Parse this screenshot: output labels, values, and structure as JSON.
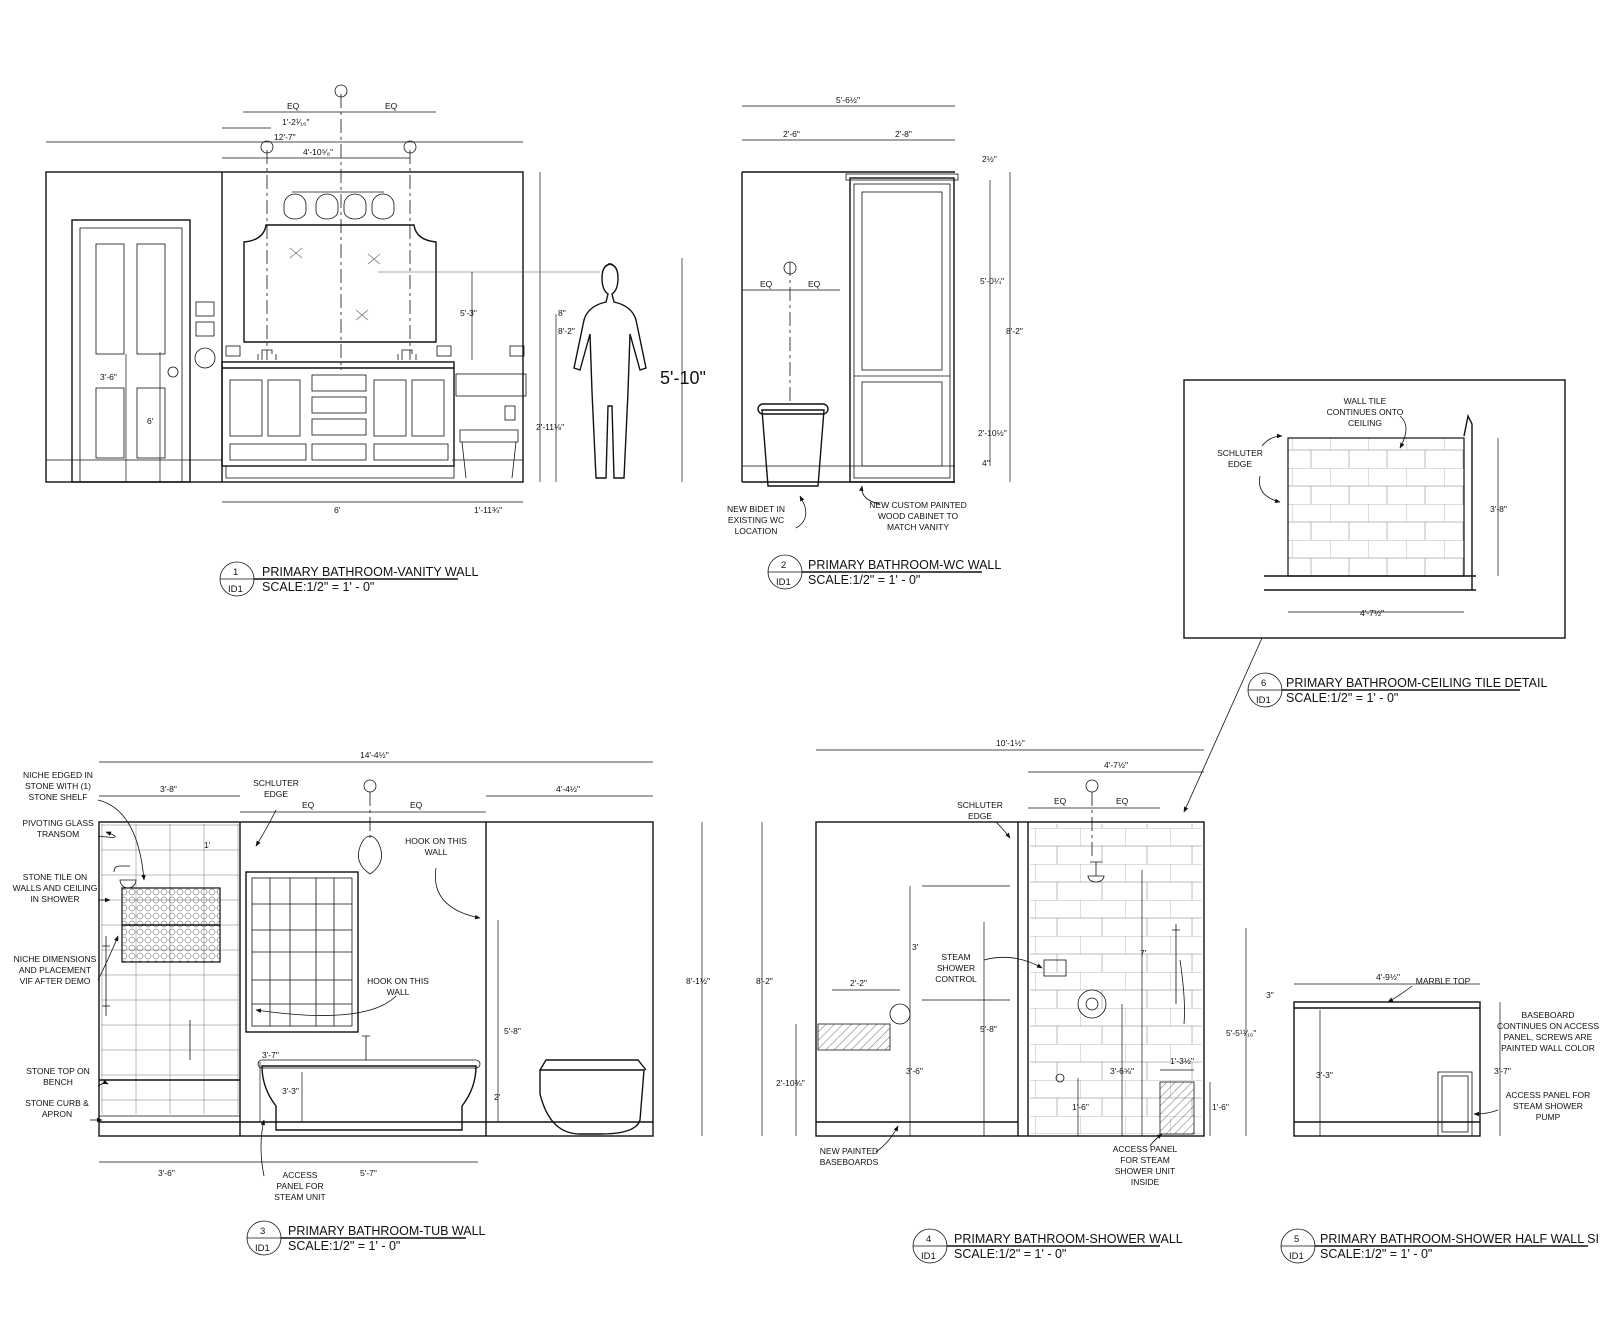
{
  "drawing": {
    "views": [
      {
        "number": "1",
        "sheet": "ID1",
        "title": "PRIMARY BATHROOM-VANITY WALL",
        "scale": "SCALE:1/2\" = 1' - 0\"",
        "dimensions": [
          "EQ",
          "EQ",
          "1'-2¹⁄₁₆\"",
          "12'-7\"",
          "4'-10⁵⁄₈\"",
          "5'-3\"",
          "8\"",
          "8'-2\"",
          "2'-11⅛\"",
          "5'-10\"",
          "3'-6\"",
          "6'",
          "1'-11¾\""
        ],
        "figure_height": "5'-10\""
      },
      {
        "number": "2",
        "sheet": "ID1",
        "title": "PRIMARY BATHROOM-WC WALL",
        "scale": "SCALE:1/2\" = 1' - 0\"",
        "dimensions": [
          "5'-6½\"",
          "2'-6\"",
          "2'-8\"",
          "2½\"",
          "5'-0¼\"",
          "8'-2\"",
          "2'-10½\"",
          "4\"",
          "EQ",
          "EQ"
        ],
        "notes": [
          "NEW BIDET IN EXISTING WC LOCATION",
          "NEW CUSTOM PAINTED WOOD CABINET TO MATCH VANITY"
        ]
      },
      {
        "number": "3",
        "sheet": "ID1",
        "title": "PRIMARY BATHROOM-TUB WALL",
        "scale": "SCALE:1/2\" = 1' - 0\"",
        "dimensions": [
          "14'-4½\"",
          "3'-8\"",
          "4'-4½\"",
          "EQ",
          "EQ",
          "1'",
          "8'-1½\"",
          "5'-8\"",
          "2'",
          "3'-7\"",
          "3'-3\"",
          "3'-6\"",
          "5'-7\""
        ],
        "notes": [
          "NICHE EDGED IN STONE WITH (1) STONE SHELF",
          "PIVOTING GLASS TRANSOM",
          "STONE TILE ON WALLS AND CEILING IN SHOWER",
          "NICHE DIMENSIONS AND PLACEMENT VIF AFTER DEMO",
          "STONE TOP ON BENCH",
          "STONE CURB & APRON",
          "SCHLUTER EDGE",
          "HOOK ON THIS WALL",
          "HOOK ON THIS WALL",
          "ACCESS PANEL FOR STEAM UNIT"
        ]
      },
      {
        "number": "4",
        "sheet": "ID1",
        "title": "PRIMARY BATHROOM-SHOWER WALL",
        "scale": "SCALE:1/2\" = 1' - 0\"",
        "dimensions": [
          "10'-1½\"",
          "4'-7½\"",
          "EQ",
          "EQ",
          "8'-2\"",
          "2'-2\"",
          "3'",
          "2'-10¾\"",
          "3'-6\"",
          "5'-8\"",
          "7'",
          "3'-6⅝\"",
          "1'-3½\"",
          "1'-6\"",
          "1'-6\"",
          "5'-5¹¹⁄₁₆\""
        ],
        "notes": [
          "SCHLUTER EDGE",
          "STEAM SHOWER CONTROL",
          "NEW PAINTED BASEBOARDS",
          "ACCESS PANEL FOR STEAM SHOWER UNIT INSIDE"
        ]
      },
      {
        "number": "5",
        "sheet": "ID1",
        "title": "PRIMARY BATHROOM-SHOWER HALF WALL SIDE",
        "scale": "SCALE:1/2\" = 1' - 0\"",
        "dimensions": [
          "4'-9½\"",
          "3\"",
          "3'-3\"",
          "3'-7\""
        ],
        "notes": [
          "MARBLE TOP",
          "BASEBOARD CONTINUES ON ACCESS PANEL, SCREWS ARE PAINTED WALL COLOR",
          "ACCESS PANEL FOR STEAM SHOWER PUMP"
        ]
      },
      {
        "number": "6",
        "sheet": "ID1",
        "title": "PRIMARY BATHROOM-CEILING TILE DETAIL",
        "scale": "SCALE:1/2\" = 1' - 0\"",
        "dimensions": [
          "3'-8\"",
          "4'-7½\""
        ],
        "notes": [
          "WALL TILE CONTINUES ONTO CEILING",
          "SCHLUTER EDGE"
        ]
      }
    ]
  }
}
